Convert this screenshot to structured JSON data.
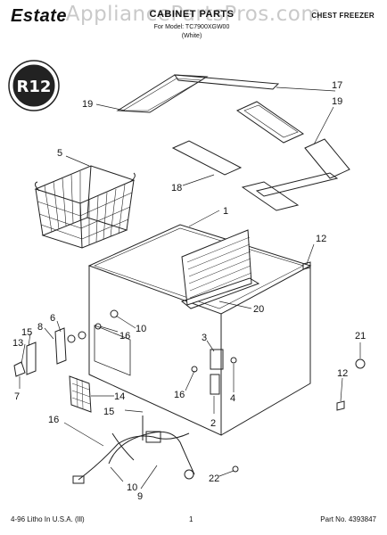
{
  "header": {
    "brand": "Estate",
    "title": "CABINET PARTS",
    "subtitle_line1": "For Model: TC7900XGW00",
    "subtitle_line2": "(White)",
    "product": "CHEST FREEZER",
    "watermark": "AppliancePartsPros.com"
  },
  "badge": {
    "text": "R12"
  },
  "callouts": [
    "19",
    "17",
    "19",
    "5",
    "18",
    "1",
    "12",
    "20",
    "6",
    "10",
    "8",
    "15",
    "13",
    "16",
    "3",
    "21",
    "7",
    "14",
    "16",
    "4",
    "12",
    "15",
    "2",
    "16",
    "22",
    "10",
    "9"
  ],
  "footer": {
    "left": "4-96 Litho In U.S.A. (lll)",
    "center": "1",
    "right": "Part No. 4393847"
  }
}
